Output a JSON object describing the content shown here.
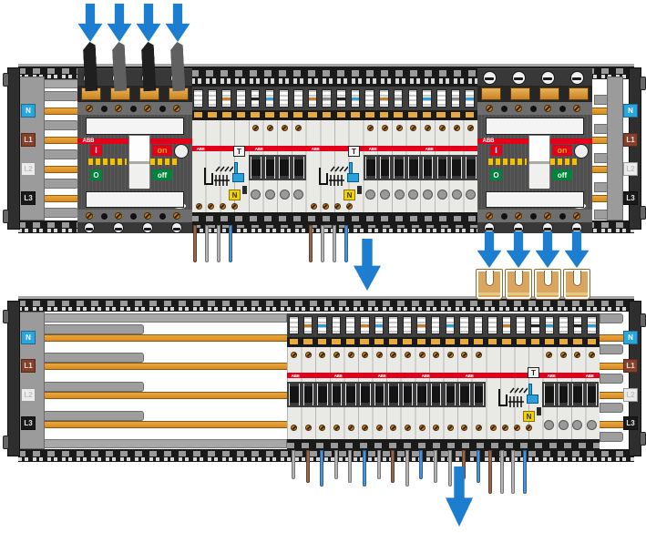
{
  "colors": {
    "arrow": "#1d7ed0",
    "busbar": "#d98a24",
    "busbar_hi": "#e8a93d",
    "copper_fork": "#d9a55f",
    "abb_red": "#e2001a",
    "module_body": "#e9e9e6",
    "dark_frame": "#1a1a1a",
    "mccb_body": "#4f4f4f",
    "rail_grey": "#9b9b9b",
    "test_blue": "#29a0dc",
    "neutral_tag_yellow": "#f2d200",
    "toggle_black": "#141414",
    "on_green": "#00843d",
    "on_text_amber": "#f5a800",
    "stripe_yellow": "#f2c200",
    "wire_grey": "#b5b5b5",
    "wire_brown": "#96654a",
    "wire_blue": "#4f93dc",
    "cable_black": "#1f1f1f",
    "cable_grey": "#606060",
    "marker_orange": "#c87d28",
    "marker_black": "#222222",
    "marker_blue": "#2aa0dc",
    "marker_grey": "#8a8a8a"
  },
  "phase_labels": [
    {
      "text": "N",
      "bg": "#2aa5de",
      "fg": "#ffffff"
    },
    {
      "text": "L1",
      "bg": "#84402a",
      "fg": "#e8e0da"
    },
    {
      "text": "L2",
      "bg": "#ececec",
      "fg": "#c0c0c0"
    },
    {
      "text": "L3",
      "bg": "#191919",
      "fg": "#e8e8e8"
    }
  ],
  "mccb": {
    "brand": "ABB",
    "i_label": "I",
    "on_label": "on",
    "o_label": "O",
    "off_label": "off"
  },
  "rcd": {
    "brand": "ABB",
    "test_label": "T",
    "neutral_label": "N"
  },
  "mcb_brand": "ABB",
  "top_unit": {
    "feed_arrow_count": 4,
    "feed_cables": [
      "cable_black",
      "cable_grey",
      "cable_black",
      "cable_grey"
    ],
    "out_arrow_count": 4,
    "module_count": 20,
    "marker_pattern": [
      "plain",
      "plain",
      "orange",
      "plain",
      "black",
      "blue",
      "plain",
      "plain",
      "orange",
      "grey",
      "black",
      "blue",
      "plain",
      "orange",
      "grey",
      "plain",
      "blue",
      "plain",
      "grey",
      "blue"
    ],
    "wire_bundles": [
      [
        "wire_brown",
        "wire_grey",
        "wire_grey",
        "wire_blue"
      ],
      [
        "wire_brown",
        "wire_grey",
        "wire_grey",
        "wire_blue"
      ]
    ]
  },
  "bottom_unit": {
    "fork_count": 4,
    "mcb_count": 14,
    "module_count": 22,
    "marker_pattern": [
      "plain",
      "orange",
      "blue",
      "plain",
      "plain",
      "orange",
      "blue",
      "plain",
      "plain",
      "orange",
      "plain",
      "blue",
      "plain",
      "plain",
      "plain",
      "orange",
      "plain",
      "black",
      "blue",
      "plain",
      "black",
      "blue"
    ],
    "mcb_wires": [
      "wire_grey",
      "wire_brown",
      "wire_blue",
      "wire_grey",
      "wire_grey",
      "wire_blue",
      "wire_grey",
      "wire_brown",
      "wire_grey",
      "wire_blue",
      "wire_grey",
      "wire_grey",
      "wire_brown",
      "wire_blue"
    ],
    "rcd_wires": [
      "wire_brown",
      "wire_grey",
      "wire_grey",
      "wire_blue"
    ],
    "out_arrow_count": 1
  }
}
